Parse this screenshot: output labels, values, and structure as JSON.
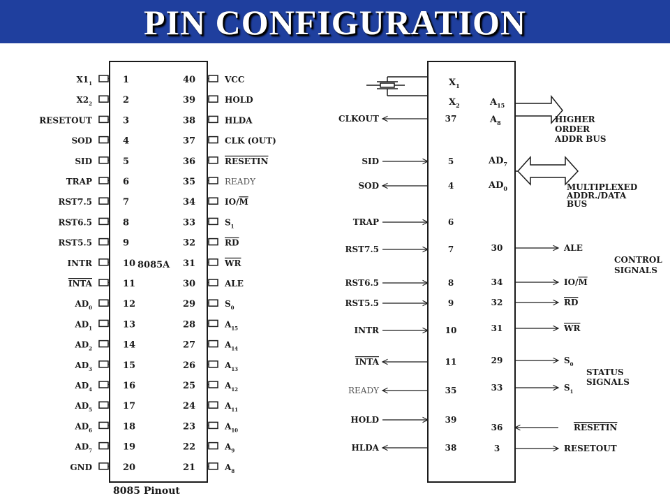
{
  "title": "PIN CONFIGURATION",
  "colors": {
    "header_bg": "#1f3f9e",
    "title_fg": "#ffffff",
    "ink": "#1a1a1a"
  },
  "chip": {
    "chip_label": "8085A",
    "caption": "8085 Pinout",
    "left_pins": [
      {
        "num": "1",
        "name": "X1",
        "sub": "1"
      },
      {
        "num": "2",
        "name": "X2",
        "sub": "2"
      },
      {
        "num": "3",
        "name": "RESETOUT"
      },
      {
        "num": "4",
        "name": "SOD"
      },
      {
        "num": "5",
        "name": "SID"
      },
      {
        "num": "6",
        "name": "TRAP"
      },
      {
        "num": "7",
        "name": "RST7.5"
      },
      {
        "num": "8",
        "name": "RST6.5"
      },
      {
        "num": "9",
        "name": "RST5.5"
      },
      {
        "num": "10",
        "name": "INTR"
      },
      {
        "num": "11",
        "name": "INTA",
        "overline": true
      },
      {
        "num": "12",
        "name": "AD",
        "sub": "0"
      },
      {
        "num": "13",
        "name": "AD",
        "sub": "1"
      },
      {
        "num": "14",
        "name": "AD",
        "sub": "2"
      },
      {
        "num": "15",
        "name": "AD",
        "sub": "3"
      },
      {
        "num": "16",
        "name": "AD",
        "sub": "4"
      },
      {
        "num": "17",
        "name": "AD",
        "sub": "5"
      },
      {
        "num": "18",
        "name": "AD",
        "sub": "6"
      },
      {
        "num": "19",
        "name": "AD",
        "sub": "7"
      },
      {
        "num": "20",
        "name": "GND"
      }
    ],
    "right_pins": [
      {
        "num": "40",
        "name": "VCC"
      },
      {
        "num": "39",
        "name": "HOLD"
      },
      {
        "num": "38",
        "name": "HLDA"
      },
      {
        "num": "37",
        "name": "CLK (OUT)"
      },
      {
        "num": "36",
        "name": "RESETIN",
        "overline": true
      },
      {
        "num": "35",
        "name": "READY",
        "light": true
      },
      {
        "num": "34",
        "name": "IO/M",
        "overline_part": "M"
      },
      {
        "num": "33",
        "name": "S",
        "sub": "1"
      },
      {
        "num": "32",
        "name": "RD",
        "overline": true
      },
      {
        "num": "31",
        "name": "WR",
        "overline": true
      },
      {
        "num": "30",
        "name": "ALE"
      },
      {
        "num": "29",
        "name": "S",
        "sub": "0"
      },
      {
        "num": "28",
        "name": "A",
        "sub": "15"
      },
      {
        "num": "27",
        "name": "A",
        "sub": "14"
      },
      {
        "num": "26",
        "name": "A",
        "sub": "13"
      },
      {
        "num": "25",
        "name": "A",
        "sub": "12"
      },
      {
        "num": "24",
        "name": "A",
        "sub": "11"
      },
      {
        "num": "23",
        "name": "A",
        "sub": "10"
      },
      {
        "num": "22",
        "name": "A",
        "sub": "9"
      },
      {
        "num": "21",
        "name": "A",
        "sub": "8"
      }
    ]
  },
  "logic": {
    "box_left_labels": [
      {
        "name": "X",
        "sub": "1"
      },
      {
        "name": "X",
        "sub": "2"
      }
    ],
    "inputs_left": [
      {
        "signal": "CLKOUT",
        "num": "37",
        "dir": "out"
      },
      {
        "signal": "SID",
        "num": "5",
        "dir": "in"
      },
      {
        "signal": "SOD",
        "num": "4",
        "dir": "out"
      },
      {
        "signal": "TRAP",
        "num": "6",
        "dir": "in"
      },
      {
        "signal": "RST7.5",
        "num": "7",
        "dir": "in"
      },
      {
        "signal": "RST6.5",
        "num": "8",
        "dir": "in"
      },
      {
        "signal": "RST5.5",
        "num": "9",
        "dir": "in"
      },
      {
        "signal": "INTR",
        "num": "10",
        "dir": "in"
      },
      {
        "signal": "INTA",
        "num": "11",
        "dir": "out",
        "overline": true
      },
      {
        "signal": "READY",
        "num": "35",
        "dir": "out",
        "light": true
      },
      {
        "signal": "HOLD",
        "num": "39",
        "dir": "in"
      },
      {
        "signal": "HLDA",
        "num": "38",
        "dir": "out"
      }
    ],
    "outputs_right": [
      {
        "num": "30",
        "signal": "ALE",
        "dir": "out"
      },
      {
        "num": "34",
        "signal": "IO/M",
        "dir": "out",
        "overline_part": "M"
      },
      {
        "num": "32",
        "signal": "RD",
        "dir": "out",
        "overline": true
      },
      {
        "num": "31",
        "signal": "WR",
        "dir": "out",
        "overline": true
      },
      {
        "num": "29",
        "signal": "S",
        "sub": "0",
        "dir": "out"
      },
      {
        "num": "33",
        "signal": "S",
        "sub": "1",
        "dir": "out"
      },
      {
        "num": "36",
        "signal": "RESETIN",
        "dir": "in",
        "overline": true
      },
      {
        "num": "3",
        "signal": "RESETOUT",
        "dir": "out"
      }
    ],
    "bus_labels": [
      {
        "name": "A",
        "sub": "15"
      },
      {
        "name": "A",
        "sub": "8"
      },
      {
        "name": "AD",
        "sub": "7"
      },
      {
        "name": "AD",
        "sub": "0"
      }
    ],
    "groups": {
      "higher_order": [
        "HIGHER",
        "ORDER",
        "ADDR BUS"
      ],
      "multiplexed": [
        "MULTIPLEXED",
        "ADDR./DATA",
        "BUS"
      ],
      "control": [
        "CONTROL",
        "SIGNALS"
      ],
      "status": [
        "STATUS",
        "SIGNALS"
      ]
    }
  }
}
